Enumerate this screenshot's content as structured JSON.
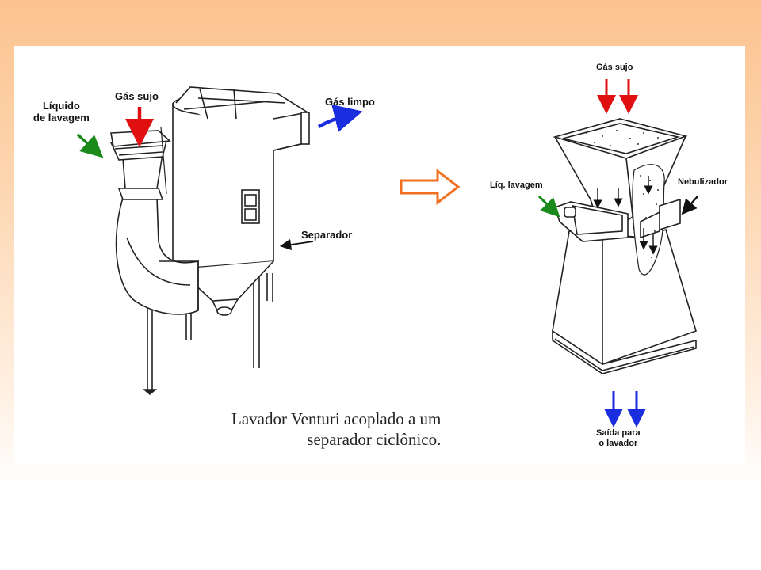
{
  "left_diagram": {
    "label_liquid": "Líquido\nde lavagem",
    "label_dirty_gas": "Gás sujo",
    "label_clean_gas": "Gás limpo",
    "label_separator": "Separador"
  },
  "right_diagram": {
    "label_dirty_gas": "Gás sujo",
    "label_liq": "Líq. lavagem",
    "label_nebulizer": "Nebulizador",
    "label_outlet": "Saída para\no lavador"
  },
  "caption": "Lavador Venturi acoplado a um\nseparador ciclônico.",
  "colors": {
    "red_arrow": "#e01010",
    "blue_arrow": "#1a2ee0",
    "green_arrow": "#1a8a1a",
    "orange_arrow": "#f07020"
  }
}
